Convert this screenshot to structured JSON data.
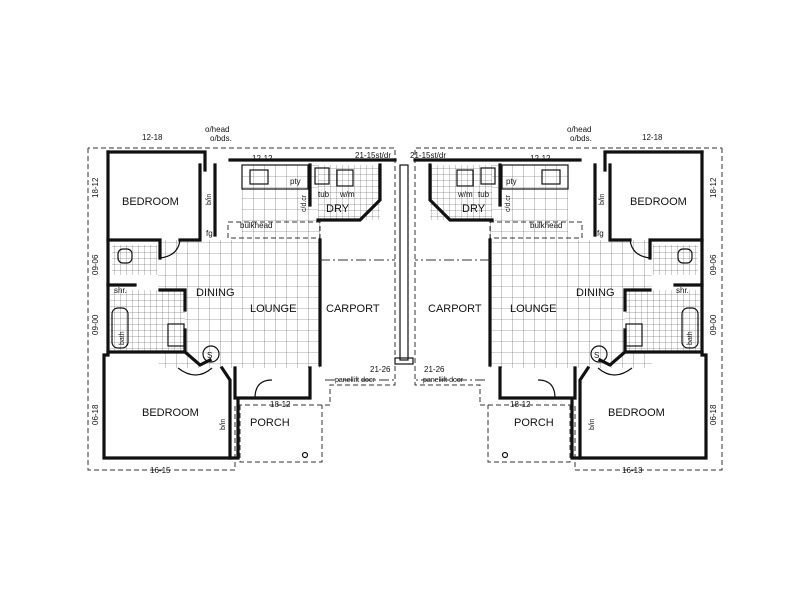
{
  "labels": {
    "bedroom": "BEDROOM",
    "dining": "DINING",
    "lounge": "LOUNGE",
    "carport": "CARPORT",
    "porch": "PORCH",
    "dry": "DRY",
    "bulkhead": "bulkhead",
    "pty": "pty",
    "tub": "tub",
    "wm": "w/m",
    "shr": "shr.",
    "bath": "bath",
    "fg": "fg",
    "bin": "b/in",
    "cdr": "c/d.cr",
    "s": "S",
    "ohead": "o/head",
    "obds": "o/bds.",
    "panellift": "panellift door"
  },
  "dimensions": {
    "d1218": "12-18",
    "d1212": "12-12",
    "d1812": "18-12",
    "d0906": "09-06",
    "d0900": "09-00",
    "d0618": "06-18",
    "d1615": "16-15",
    "d1613": "16-13",
    "d2115": "21-15st/dr",
    "d2126": "21-26"
  }
}
